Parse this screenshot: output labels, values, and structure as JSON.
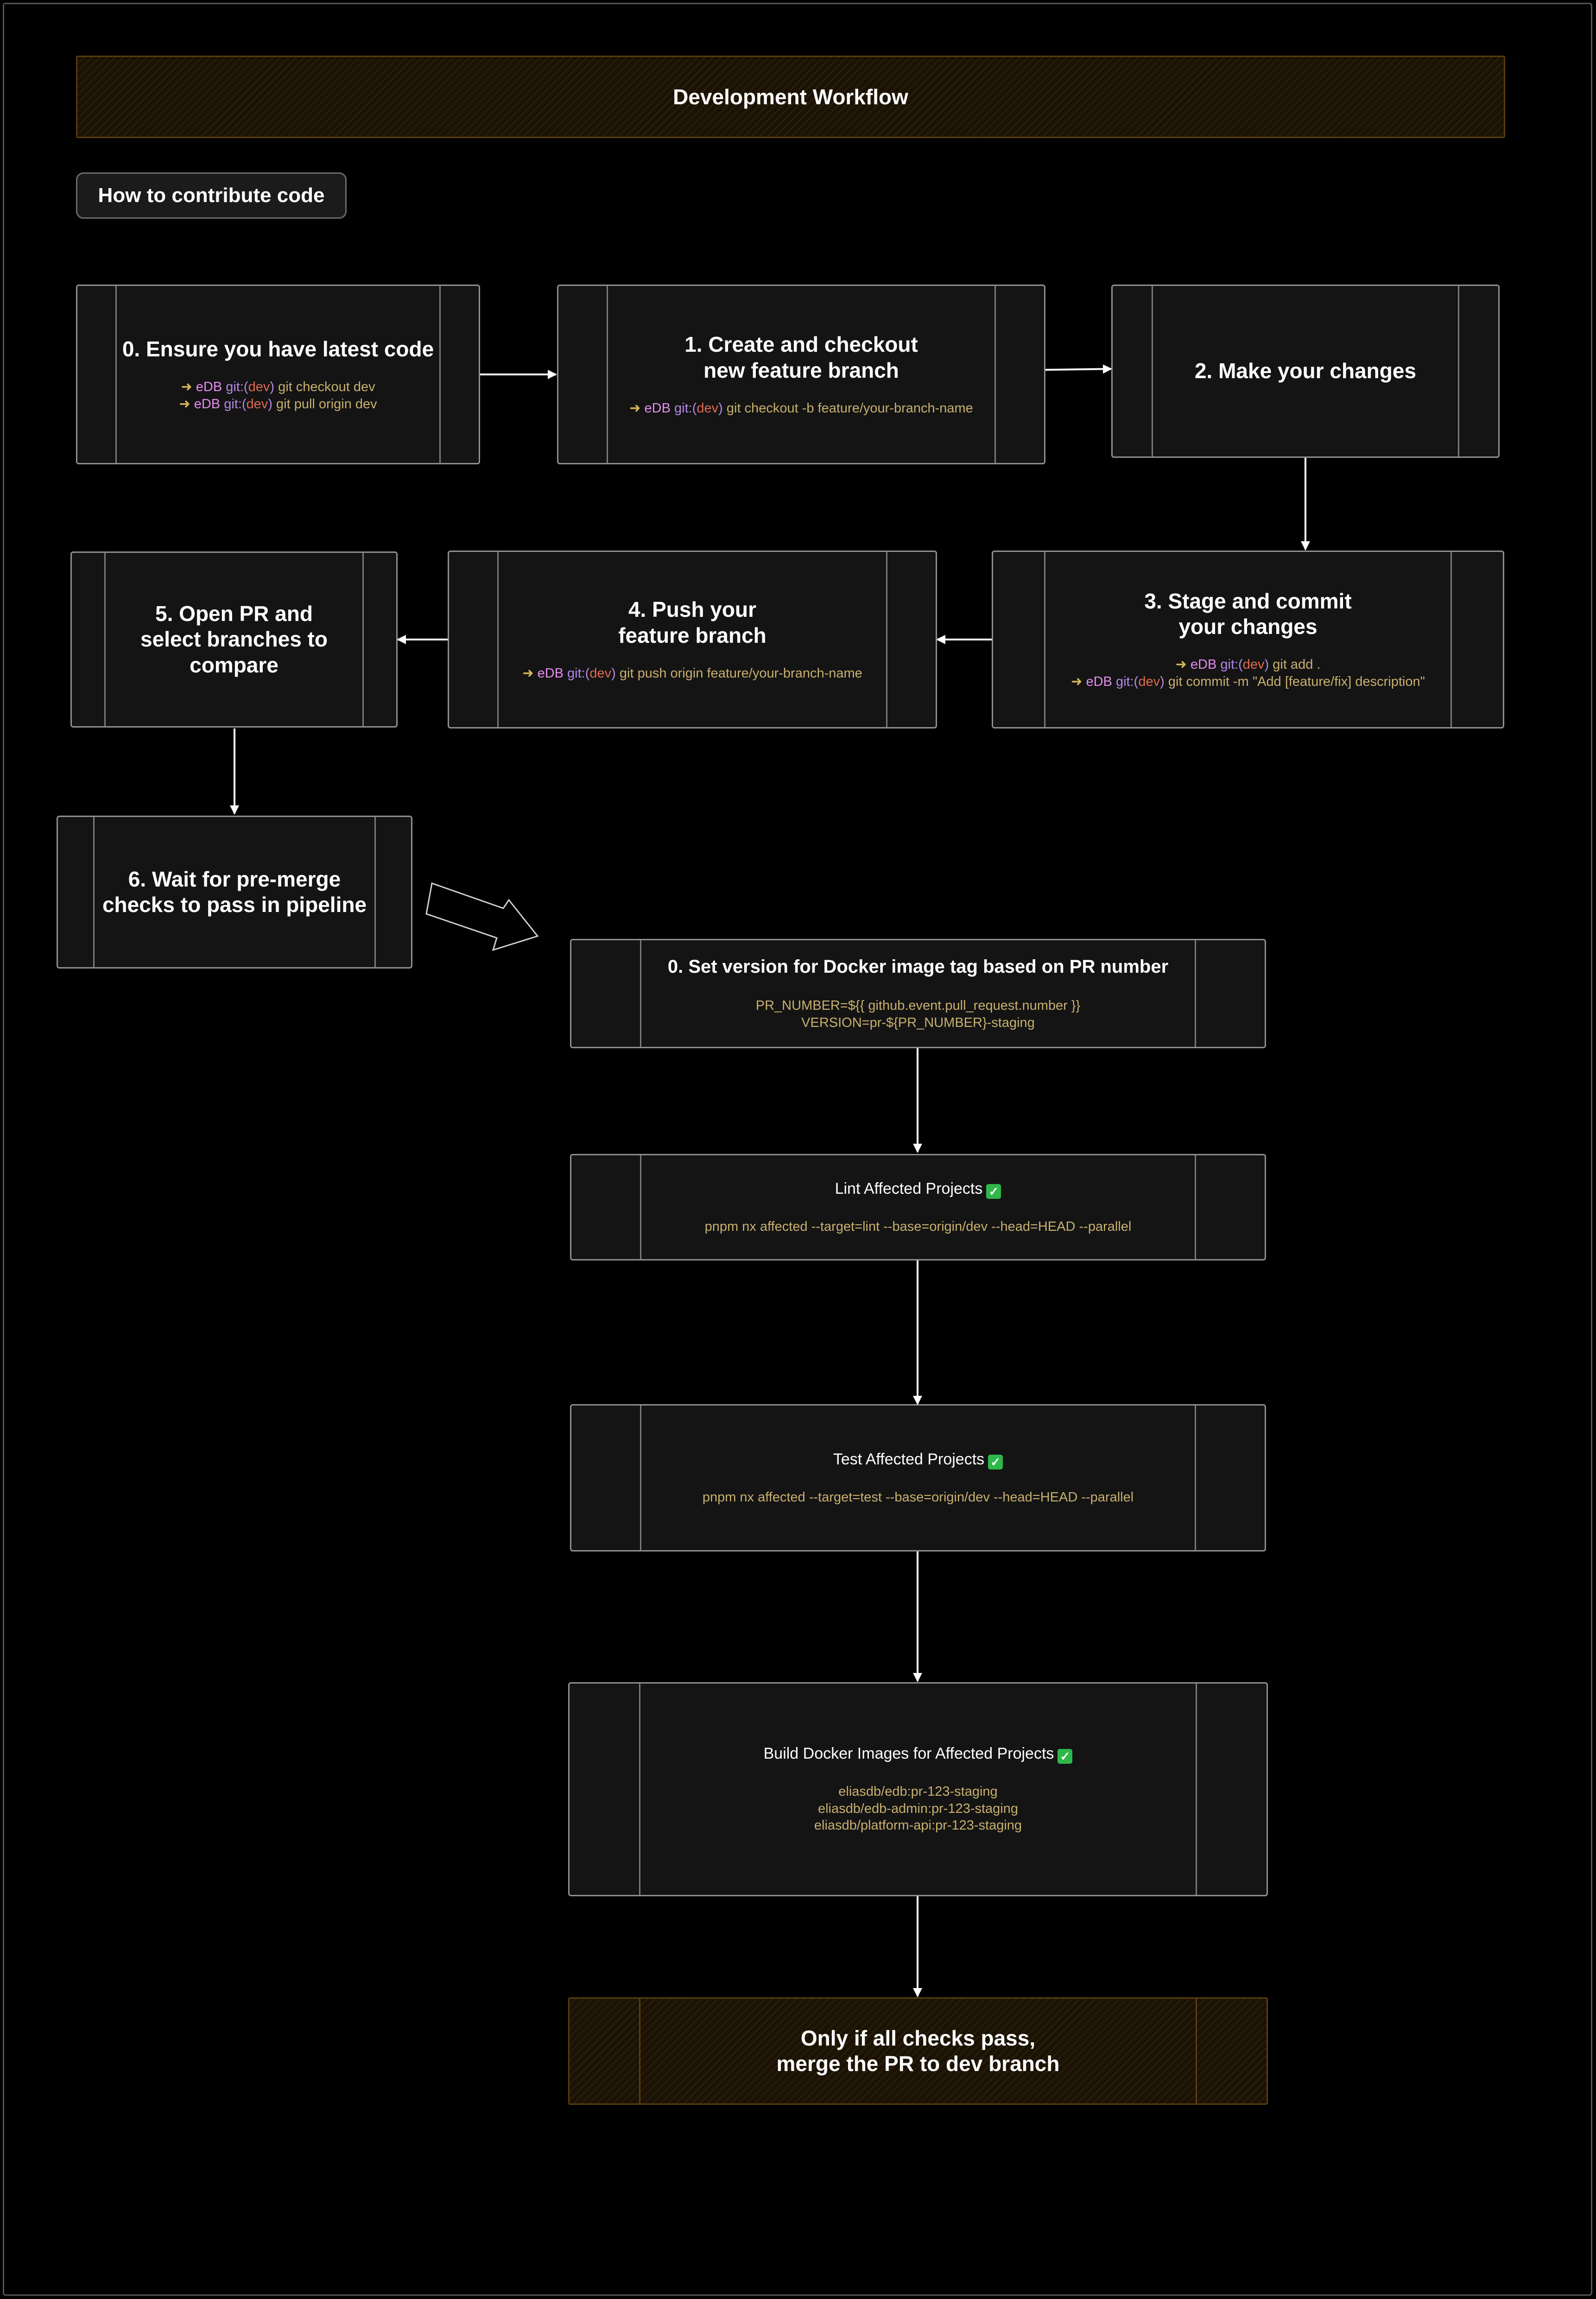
{
  "header": {
    "title": "Development Workflow"
  },
  "section_label": "How to contribute code",
  "prompt": {
    "arrow": "➜",
    "repo": "eDB",
    "git": "git:(",
    "branch": "dev",
    "close": ")"
  },
  "steps": [
    {
      "title": "0. Ensure you have latest code",
      "commands": [
        "git checkout dev",
        "git pull origin dev"
      ]
    },
    {
      "title": "1. Create and checkout\nnew feature branch",
      "commands": [
        "git checkout -b feature/your-branch-name"
      ]
    },
    {
      "title": "2. Make your changes",
      "commands": []
    },
    {
      "title": "3. Stage and commit\nyour changes",
      "commands": [
        "git add .",
        "git commit -m \"Add [feature/fix] description\""
      ]
    },
    {
      "title": "4. Push your\nfeature branch",
      "commands": [
        "git push origin feature/your-branch-name"
      ]
    },
    {
      "title": "5. Open PR and\nselect branches to\ncompare",
      "commands": []
    },
    {
      "title": "6. Wait for pre-merge\nchecks to pass in pipeline",
      "commands": []
    }
  ],
  "pipeline": {
    "version": {
      "title": "0. Set version for Docker image tag based on PR number",
      "lines": [
        "PR_NUMBER=${{ github.event.pull_request.number }}",
        "VERSION=pr-${PR_NUMBER}-staging"
      ]
    },
    "lint": {
      "title": "Lint Affected Projects",
      "check": "✓",
      "lines": [
        "pnpm nx affected --target=lint --base=origin/dev --head=HEAD --parallel"
      ]
    },
    "test": {
      "title": "Test Affected Projects",
      "check": "✓",
      "lines": [
        "pnpm nx affected --target=test --base=origin/dev --head=HEAD --parallel"
      ]
    },
    "build": {
      "title": "Build Docker Images for Affected Projects",
      "check": "✓",
      "lines": [
        "eliasdb/edb:pr-123-staging",
        "eliasdb/edb-admin:pr-123-staging",
        "eliasdb/platform-api:pr-123-staging"
      ]
    },
    "merge": {
      "title": "Only if all checks pass,\nmerge the PR to dev branch"
    }
  },
  "colors": {
    "accent_orange": "#5a3c10",
    "command_text": "#c9b06e",
    "prompt_repo": "#e58cf0",
    "prompt_branch": "#e0694f",
    "check_green": "#2fb84a"
  }
}
